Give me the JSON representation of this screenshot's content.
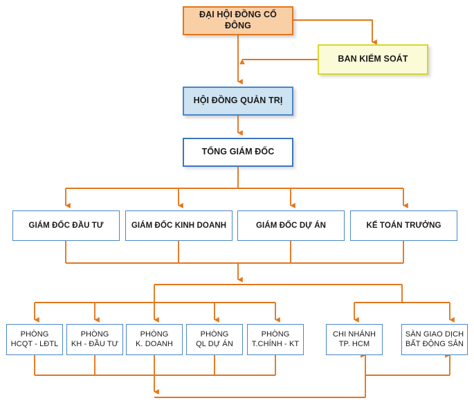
{
  "diagram": {
    "title": "So do to chuc cong ty",
    "colors": {
      "connector": "#e2761c",
      "assembly_fill": "#f9cfa6",
      "assembly_border": "#e2761c",
      "supervisory_fill": "#fbfbd8",
      "supervisory_border": "#d6d62e",
      "board_fill": "#cde3f2",
      "board_border": "#4a86c8",
      "box_border": "#4a86c8",
      "box_fill": "#ffffff",
      "text": "#1a1a1a",
      "background": "#ffffff"
    },
    "nodes": {
      "assembly": "ĐẠI HỘI ĐỒNG CỔ ĐÔNG",
      "supervisory": "BAN KIỂM SOÁT",
      "board": "HỘI ĐỒNG QUẢN TRỊ",
      "ceo": "TỔNG GIÁM ĐỐC"
    },
    "directors": [
      {
        "label": "GIÁM ĐỐC ĐẦU TƯ"
      },
      {
        "label": "GIÁM ĐỐC KINH DOANH"
      },
      {
        "label": "GIÁM ĐỐC DỰ ÁN"
      },
      {
        "label": "KẾ TOÁN TRƯỞNG"
      }
    ],
    "departments": [
      {
        "label": "PHÒNG\nHCQT - LĐTL"
      },
      {
        "label": "PHÒNG\nKH - ĐẦU TƯ"
      },
      {
        "label": "PHÒNG\nK. DOANH"
      },
      {
        "label": "PHÒNG\nQL DỰ ÁN"
      },
      {
        "label": "PHÒNG\nT.CHÍNH - KT"
      }
    ],
    "units": [
      {
        "label": "CHI NHÁNH\nTP. HCM"
      },
      {
        "label": "SÀN GIAO DỊCH\nBẤT ĐỘNG SẢN"
      }
    ]
  }
}
